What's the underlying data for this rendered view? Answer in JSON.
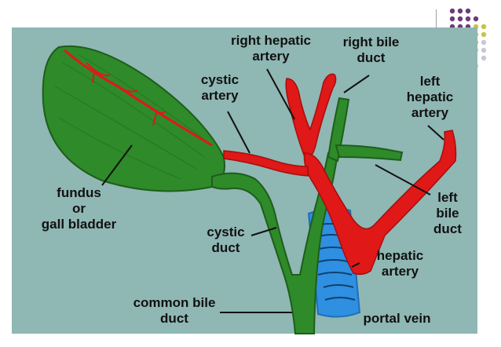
{
  "labels": {
    "right_hepatic_artery": [
      "right hepatic",
      "artery"
    ],
    "right_bile_duct": [
      "right bile",
      "duct"
    ],
    "cystic_artery": [
      "cystic",
      "artery"
    ],
    "left_hepatic_artery": [
      "left",
      "hepatic",
      "artery"
    ],
    "fundus": [
      "fundus",
      "or",
      "gall bladder"
    ],
    "left_bile_duct": [
      "left",
      "bile",
      "duct"
    ],
    "cystic_duct": [
      "cystic",
      "duct"
    ],
    "hepatic_artery": [
      "hepatic",
      "artery"
    ],
    "common_bile_duct": [
      "common bile",
      "duct"
    ],
    "portal_vein": "portal vein"
  },
  "colors": {
    "background": "#8fb7b4",
    "gallbladder": "#2f8a2a",
    "artery": "#e01818",
    "portal_vein": "#2f8fe0",
    "accent_purple": "#6b3d78",
    "accent_yellow": "#c9c34a"
  }
}
